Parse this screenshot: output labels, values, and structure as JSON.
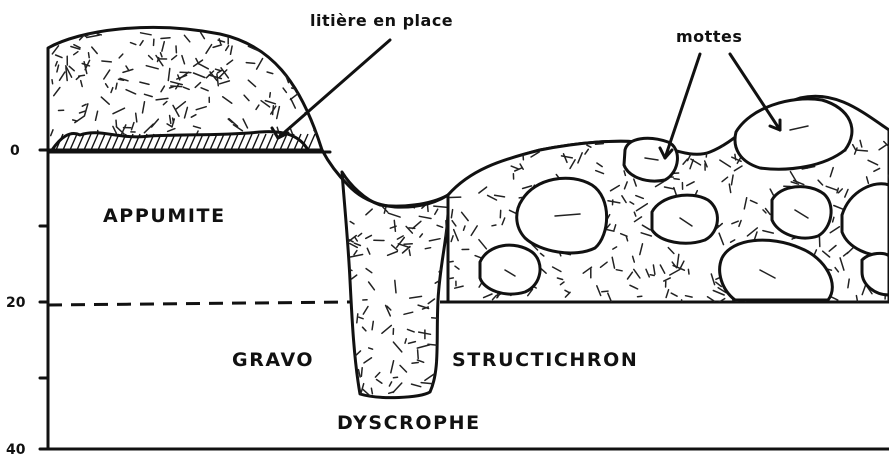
{
  "labels": {
    "litter": "litière en place",
    "mottes": "mottes",
    "appumite": "APPUMITE",
    "gravo": "GRAVO",
    "structichron": "STRUCTICHRON",
    "dyscrophe": "DYSCROPHE"
  },
  "depth_axis": {
    "ticks": [
      "0",
      "20",
      "40"
    ]
  }
}
